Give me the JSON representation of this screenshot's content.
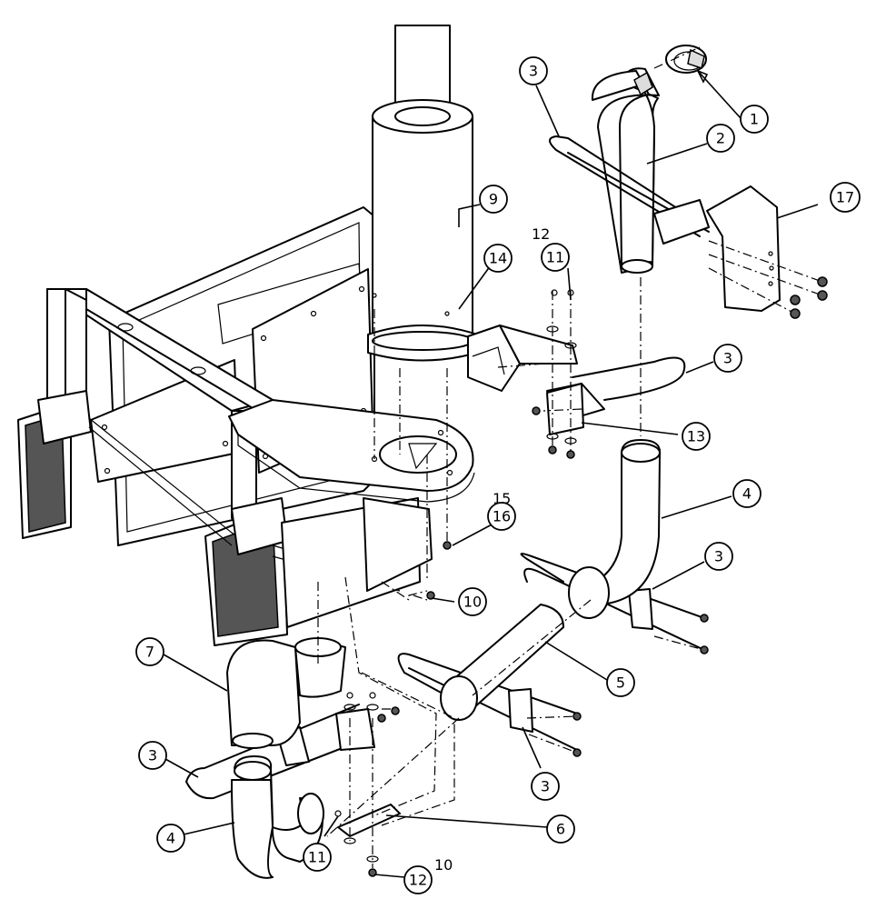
{
  "callouts": {
    "c1": "1",
    "c2": "2",
    "c3a": "3",
    "c3b": "3",
    "c3c": "3",
    "c3d": "3",
    "c3e": "3",
    "c4a": "4",
    "c4b": "4",
    "c5": "5",
    "c6": "6",
    "c7": "7",
    "c9": "9",
    "c10a": "10",
    "c10b": "10",
    "c11a": "11",
    "c11b": "11",
    "c12a": "12",
    "c12b": "12",
    "c13": "13",
    "c14": "14",
    "c15": "15",
    "c16": "16",
    "c17": "17"
  }
}
